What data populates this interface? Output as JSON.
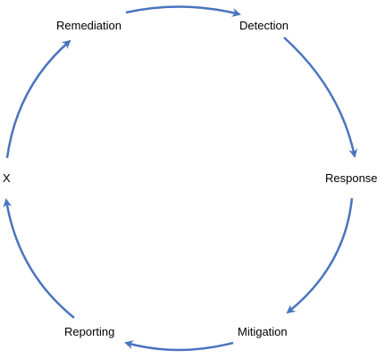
{
  "diagram": {
    "type": "cycle",
    "arrow_color": "#4a74bf",
    "label_color": "#000000",
    "nodes": [
      {
        "id": "remediation",
        "label": "Remediation"
      },
      {
        "id": "detection",
        "label": "Detection"
      },
      {
        "id": "response",
        "label": "Response"
      },
      {
        "id": "mitigation",
        "label": "Mitigation"
      },
      {
        "id": "reporting",
        "label": "Reporting"
      },
      {
        "id": "x",
        "label": "X"
      }
    ],
    "edges": [
      {
        "from": "remediation",
        "to": "detection"
      },
      {
        "from": "detection",
        "to": "response"
      },
      {
        "from": "response",
        "to": "mitigation"
      },
      {
        "from": "mitigation",
        "to": "reporting"
      },
      {
        "from": "reporting",
        "to": "x"
      },
      {
        "from": "x",
        "to": "remediation"
      }
    ]
  }
}
